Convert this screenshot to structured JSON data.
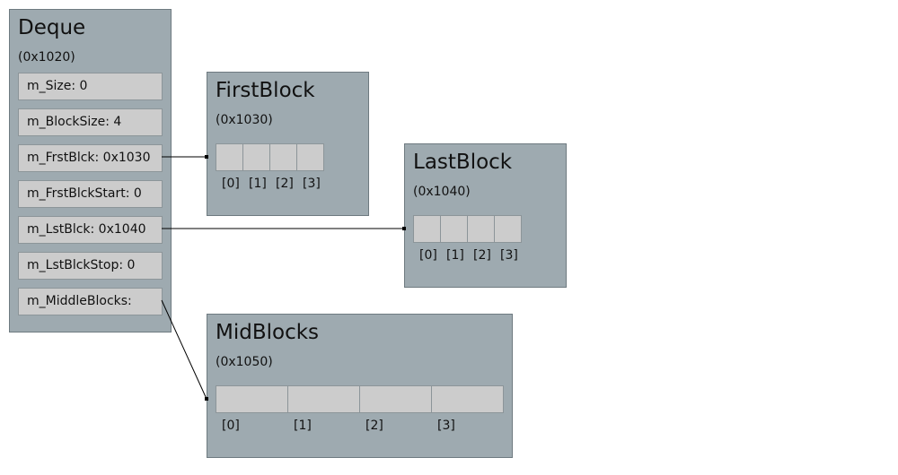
{
  "deque": {
    "title": "Deque",
    "address": "(0x1020)",
    "fields": [
      "m_Size: 0",
      "m_BlockSize: 4",
      "m_FrstBlck: 0x1030",
      "m_FrstBlckStart: 0",
      "m_LstBlck: 0x1040",
      "m_LstBlckStop: 0",
      "m_MiddleBlocks:"
    ]
  },
  "first_block": {
    "title": "FirstBlock",
    "address": "(0x1030)",
    "indices": [
      "[0]",
      "[1]",
      "[2]",
      "[3]"
    ]
  },
  "last_block": {
    "title": "LastBlock",
    "address": "(0x1040)",
    "indices": [
      "[0]",
      "[1]",
      "[2]",
      "[3]"
    ]
  },
  "mid_blocks": {
    "title": "MidBlocks",
    "address": "(0x1050)",
    "indices": [
      "[0]",
      "[1]",
      "[2]",
      "[3]"
    ]
  },
  "colors": {
    "box_fill": "#9eaab0",
    "box_border": "#6e7a80",
    "cell_fill": "#cccccc",
    "connector": "#000000"
  }
}
